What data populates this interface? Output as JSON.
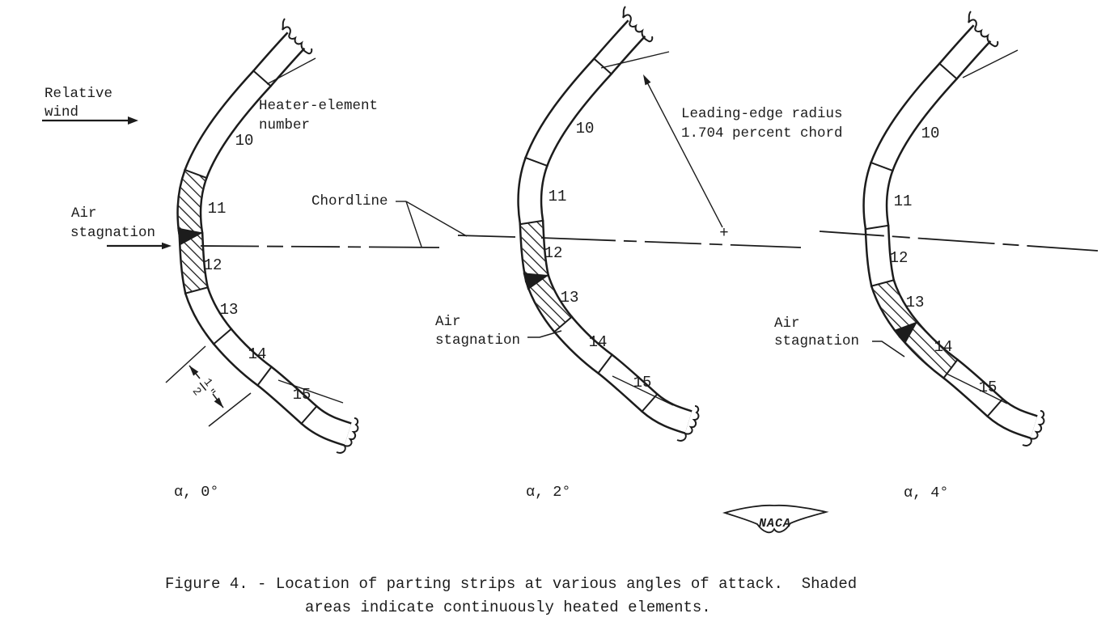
{
  "figure": {
    "caption": [
      "Figure 4. - Location of parting strips at various angles of attack.  Shaded",
      "areas indicate continuously heated elements."
    ]
  },
  "labels": {
    "relative_wind": [
      "Relative",
      "wind"
    ],
    "air_stagnation": [
      "Air",
      "stagnation"
    ],
    "heater_element_number": [
      "Heater-element",
      "number"
    ],
    "chordline": "Chordline",
    "leading_edge_radius": [
      "Leading-edge radius",
      "1.704 percent chord"
    ],
    "le_center_mark": "+"
  },
  "element_numbers": [
    "10",
    "11",
    "12",
    "13",
    "14",
    "15"
  ],
  "dimension_half_inch": {
    "numerator": "1",
    "denominator": "2",
    "unit": "\""
  },
  "diagrams": [
    {
      "alpha_label": "α, 0°",
      "shaded_elements": [
        11,
        12
      ]
    },
    {
      "alpha_label": "α, 2°",
      "shaded_elements": [
        12,
        13
      ]
    },
    {
      "alpha_label": "α, 4°",
      "shaded_elements": [
        13,
        14
      ]
    }
  ],
  "logo": {
    "text": "NACA"
  },
  "colors": {
    "ink": "#1c1c1c",
    "paper": "#ffffff"
  }
}
